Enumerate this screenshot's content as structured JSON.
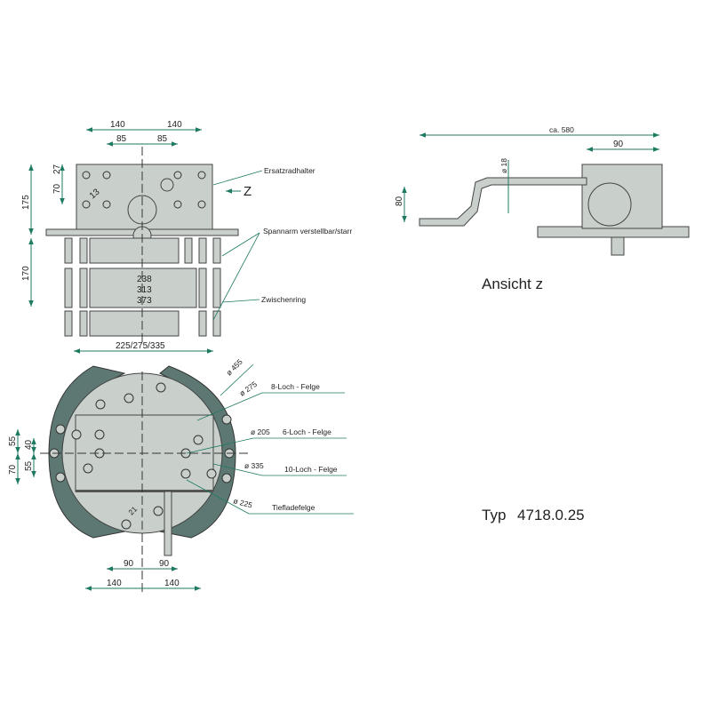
{
  "front_view": {
    "dims": {
      "w140_left": "140",
      "w140_right": "140",
      "w85_left": "85",
      "w85_right": "85",
      "h175": "175",
      "h170": "170",
      "h27": "27",
      "h70": "70",
      "d13": "13",
      "w238": "238",
      "w313": "313",
      "w373": "373",
      "w_bottom": "225/275/335"
    },
    "labels": {
      "ersatzradhalter": "Ersatzradhalter",
      "z_arrow": "Z",
      "spannarm": "Spannarm verstellbar/starr",
      "zwischenring": "Zwischenring"
    }
  },
  "side_view": {
    "dims": {
      "ca580": "ca. 580",
      "w90": "90",
      "d18": "ø 18",
      "h80": "80"
    },
    "title": "Ansicht z"
  },
  "plan_view": {
    "dims": {
      "d455": "ø 455",
      "d275": "ø 275",
      "d205": "ø 205",
      "d335": "ø 335",
      "d225": "ø 225",
      "d21": "21",
      "v55a": "55",
      "v40": "40",
      "v70": "70",
      "v55b": "55",
      "w90l": "90",
      "w90r": "90",
      "w140l": "140",
      "w140r": "140"
    },
    "labels": {
      "loch8": "8-Loch - Felge",
      "loch6": "6-Loch - Felge",
      "loch10": "10-Loch - Felge",
      "tieflade": "Tiefladefelge"
    }
  },
  "type_label": {
    "prefix": "Typ",
    "number": "4718.0.25"
  },
  "colors": {
    "part": "#c9d0cc",
    "ring": "#5d7873",
    "dimension": "#1f7a62"
  }
}
